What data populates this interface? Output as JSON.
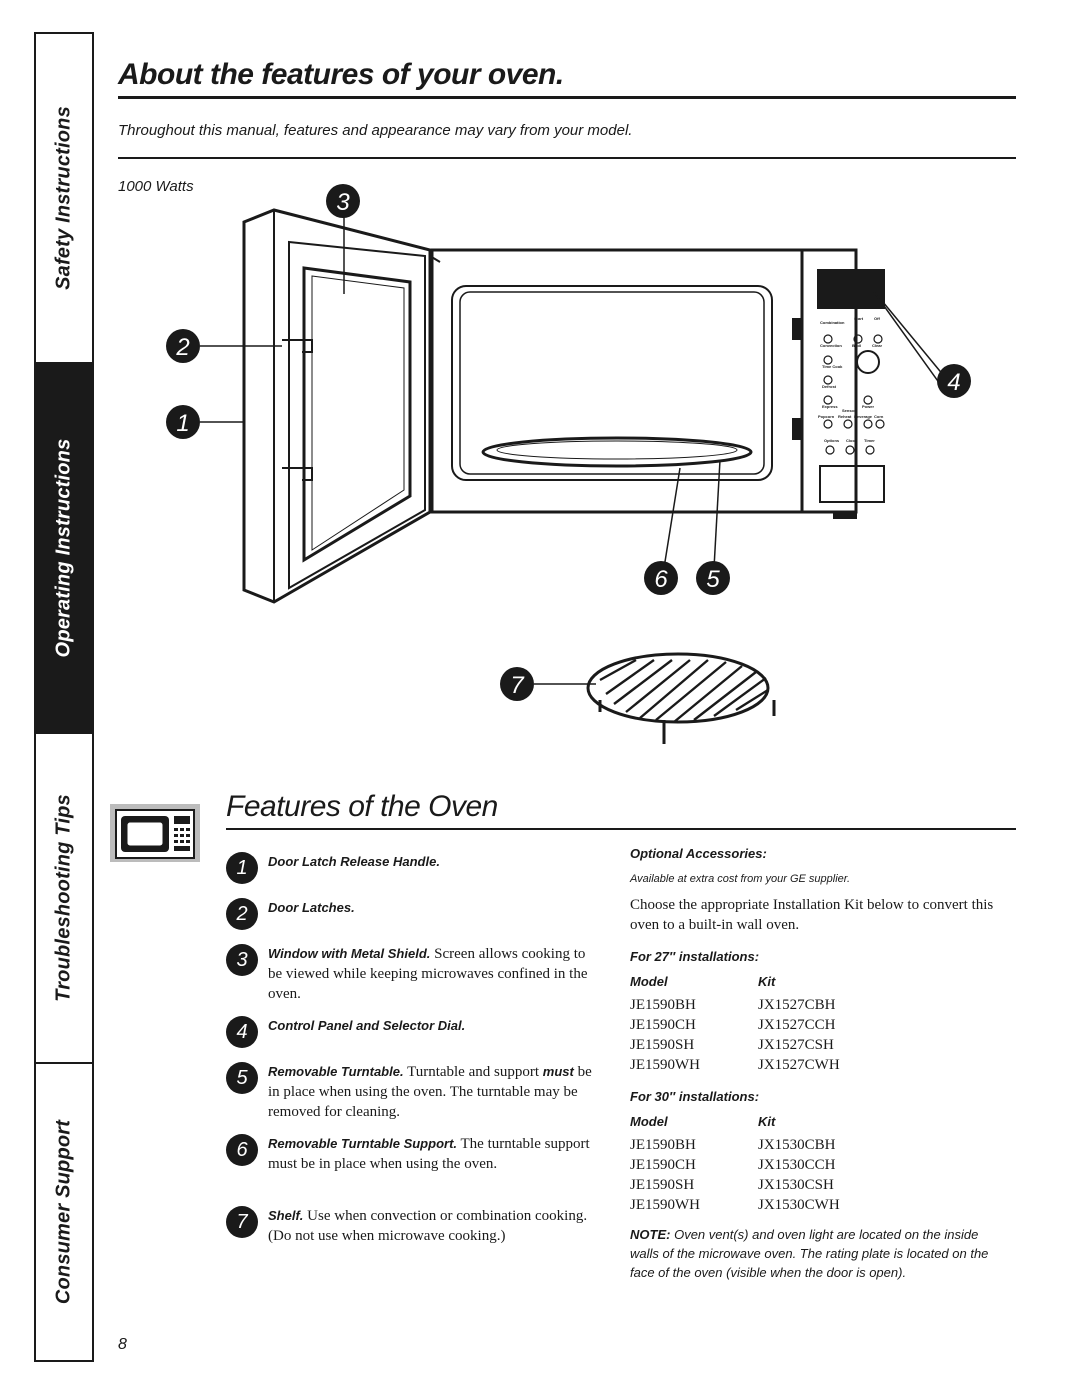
{
  "tabs": [
    {
      "label": "Safety Instructions",
      "active": false
    },
    {
      "label": "Operating Instructions",
      "active": true
    },
    {
      "label": "Troubleshooting Tips",
      "active": false
    },
    {
      "label": "Consumer Support",
      "active": false
    }
  ],
  "title": "About the features of your oven.",
  "subtitle": "Throughout this manual, features and appearance may vary from your model.",
  "watts": "1000 Watts",
  "diagram": {
    "callouts": [
      "1",
      "2",
      "3",
      "4",
      "5",
      "6",
      "7"
    ],
    "panel_labels": {
      "combination": "Combination",
      "start": "Start",
      "off": "Off",
      "convection": "Convection",
      "broil": "Broil",
      "clear": "Clear",
      "time_cook": "Time Cook",
      "defrost": "Defrost",
      "express": "Express",
      "power": "Power",
      "sensor": "Sensor",
      "popcorn": "Popcorn",
      "reheat": "Reheat",
      "beverage": "Beverage",
      "corn": "Corn",
      "options": "Options",
      "clock": "Clock",
      "timer": "Timer"
    }
  },
  "section_heading": "Features of the Oven",
  "features": [
    {
      "num": "1",
      "term": "Door Latch Release Handle.",
      "text": ""
    },
    {
      "num": "2",
      "term": "Door Latches.",
      "text": ""
    },
    {
      "num": "3",
      "term": "Window with Metal Shield.",
      "text": "Screen allows cooking to be viewed while keeping microwaves confined in the oven."
    },
    {
      "num": "4",
      "term": "Control Panel and Selector Dial.",
      "text": ""
    },
    {
      "num": "5",
      "term": "Removable Turntable.",
      "text": "Turntable and support",
      "text_em": "must",
      "text_after": "be in place when using the oven. The turntable may be removed for cleaning."
    },
    {
      "num": "6",
      "term": "Removable Turntable Support.",
      "text": "The turntable support must be in place when using the oven."
    },
    {
      "num": "7",
      "term": "Shelf.",
      "text": "Use when convection or combination cooking. (Do not use when microwave cooking.)"
    }
  ],
  "accessories": {
    "heading": "Optional Accessories:",
    "small": "Available at extra cost from your GE supplier.",
    "body": "Choose the appropriate Installation Kit below to convert this oven to a built-in wall oven.",
    "tables": [
      {
        "title": "For 27″ installations:",
        "col_model": "Model",
        "col_kit": "Kit",
        "rows": [
          [
            "JE1590BH",
            "JX1527CBH"
          ],
          [
            "JE1590CH",
            "JX1527CCH"
          ],
          [
            "JE1590SH",
            "JX1527CSH"
          ],
          [
            "JE1590WH",
            "JX1527CWH"
          ]
        ]
      },
      {
        "title": "For 30″ installations:",
        "col_model": "Model",
        "col_kit": "Kit",
        "rows": [
          [
            "JE1590BH",
            "JX1530CBH"
          ],
          [
            "JE1590CH",
            "JX1530CCH"
          ],
          [
            "JE1590SH",
            "JX1530CSH"
          ],
          [
            "JE1590WH",
            "JX1530CWH"
          ]
        ]
      }
    ],
    "note_label": "NOTE:",
    "note": "Oven vent(s) and oven light are located on the inside walls of the microwave oven. The rating plate is located on the face of the oven (visible when the door is open)."
  },
  "page_number": "8"
}
